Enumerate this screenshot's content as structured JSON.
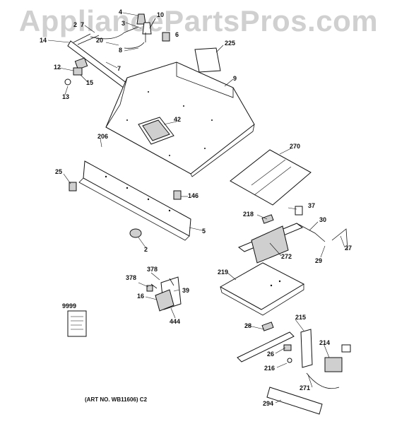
{
  "watermark": "AppliancePartsPros.com",
  "art_note": "(ART NO. WB11606) C2",
  "labels": [
    "4",
    "10",
    "2",
    "7",
    "3",
    "14",
    "20",
    "8",
    "6",
    "225",
    "9",
    "7",
    "12",
    "15",
    "13",
    "42",
    "206",
    "270",
    "25",
    "146",
    "37",
    "218",
    "30",
    "5",
    "2",
    "27",
    "272",
    "29",
    "219",
    "378",
    "378",
    "39",
    "16",
    "9999",
    "444",
    "215",
    "28",
    "214",
    "26",
    "216",
    "271",
    "294"
  ]
}
